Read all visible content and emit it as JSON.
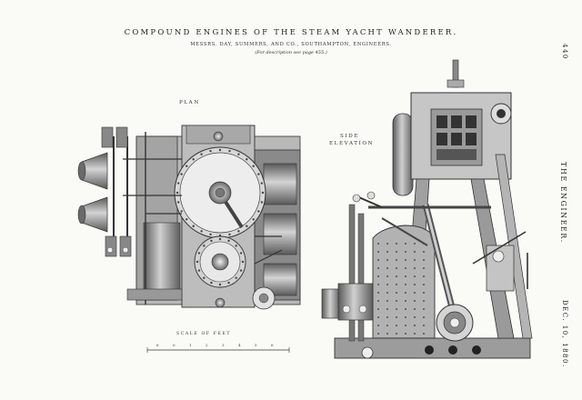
{
  "header": {
    "title": "COMPOUND ENGINES OF THE STEAM YACHT WANDERER.",
    "subtitle": "MESSRS. DAY, SUMMERS, AND CO., SOUTHAMPTON, ENGINEERS.",
    "note": "(For description see page 455.)"
  },
  "labels": {
    "plan": "PLAN",
    "side_line1": "SIDE",
    "side_line2": "ELEVATION",
    "scale": "SCALE OF FEET",
    "scale_ticks": [
      "6",
      "0",
      "1",
      "2",
      "3",
      "4",
      "5",
      "6"
    ]
  },
  "margin": {
    "page_number": "440",
    "journal": "THE ENGINEER.",
    "date": "DEC. 10, 1880."
  },
  "colors": {
    "paper": "#fafaf7",
    "ink": "#222222",
    "metal_dark": "#6a6a6a",
    "metal_mid": "#9a9a9a",
    "metal_light": "#c8c8c8"
  }
}
